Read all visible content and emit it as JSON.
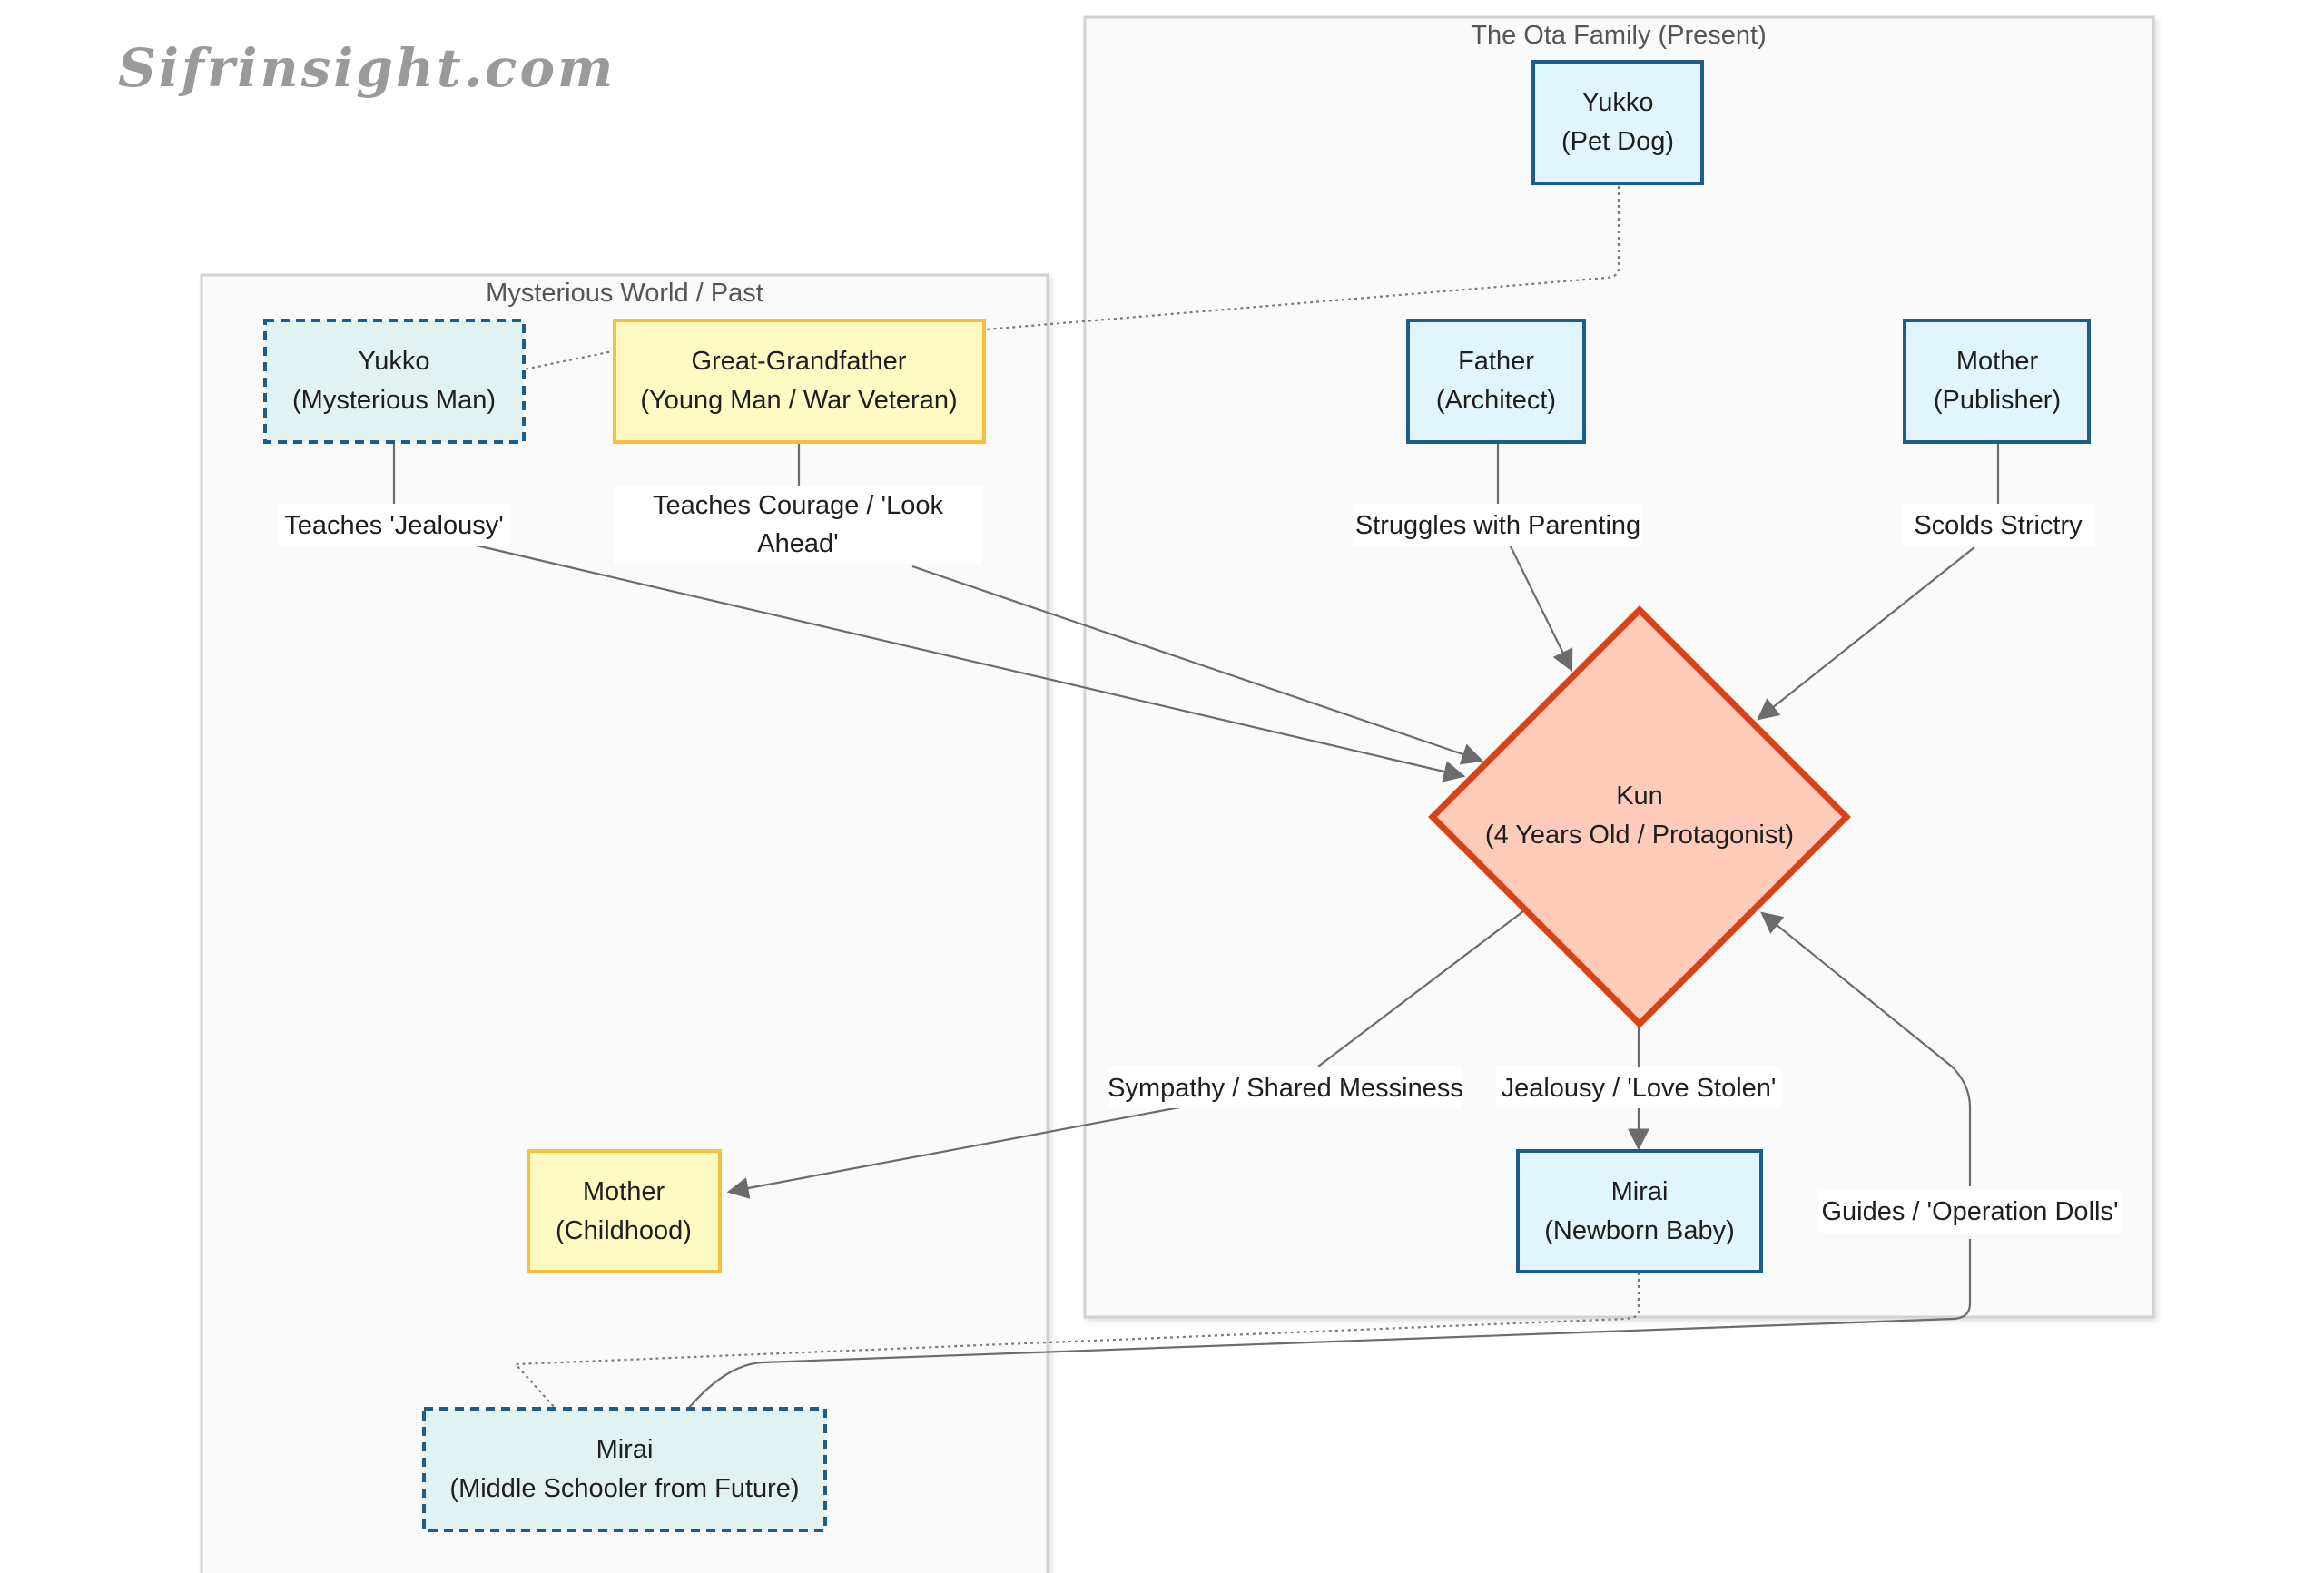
{
  "watermark": "Sifrinsight.com",
  "clusters": {
    "ota": "The Ota Family (Present)",
    "past": "Mysterious World / Past"
  },
  "nodes": {
    "yukko_dog": [
      "Yukko",
      "(Pet Dog)"
    ],
    "father": [
      "Father",
      "(Architect)"
    ],
    "mother": [
      "Mother",
      "(Publisher)"
    ],
    "kun": [
      "Kun",
      "(4 Years Old / Protagonist)"
    ],
    "mirai_baby": [
      "Mirai",
      "(Newborn Baby)"
    ],
    "yukko_man": [
      "Yukko",
      "(Mysterious Man)"
    ],
    "great_grandfather": [
      "Great-Grandfather",
      "(Young Man / War Veteran)"
    ],
    "mother_child": [
      "Mother",
      "(Childhood)"
    ],
    "mirai_future": [
      "Mirai",
      "(Middle Schooler from Future)"
    ]
  },
  "edges": {
    "father_kun": [
      "Struggles with Parenting"
    ],
    "mother_kun": [
      "Scolds Strictry"
    ],
    "yukko_kun": [
      "Teaches 'Jealousy'"
    ],
    "ggf_kun": [
      "Teaches Courage / 'Look",
      "Ahead'"
    ],
    "kun_mirai": [
      "Jealousy / 'Love Stolen'"
    ],
    "kun_mother": [
      "Sympathy / Shared Messiness"
    ],
    "mirai_kun": [
      "Guides / 'Operation Dolls'"
    ]
  },
  "colors": {
    "ota_fill": "#e1f5fe",
    "ota_stroke": "#1b5e8c",
    "past_fill": "#fff9c4",
    "past_stroke": "#f6bf3d",
    "spirit_fill": "#e0f2f1",
    "kun_fill": "#ffccbc",
    "kun_stroke": "#d84315"
  }
}
